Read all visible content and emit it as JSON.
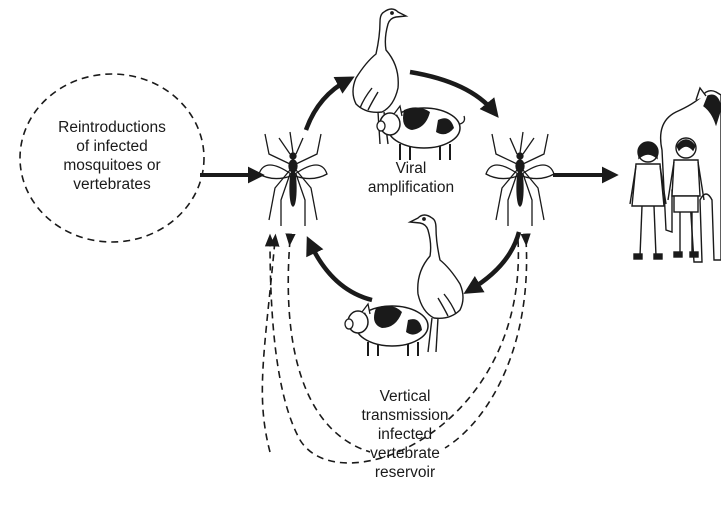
{
  "labels": {
    "reintroductions": [
      "Reintroductions",
      "of infected",
      "mosquitoes or",
      "vertebrates"
    ],
    "viral_amplification": [
      "Viral",
      "amplification"
    ],
    "vertical_transmission": [
      "Vertical",
      "transmission",
      "infected",
      "vertebrate",
      "reservoir"
    ]
  },
  "colors": {
    "ink": "#1a1a1a",
    "background": "#ffffff"
  },
  "icons": [
    "mosquito-icon",
    "crane-icon",
    "pig-icon",
    "human-icon",
    "horse-icon"
  ]
}
